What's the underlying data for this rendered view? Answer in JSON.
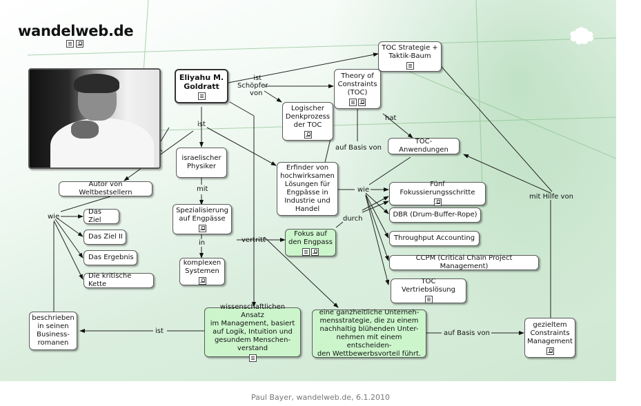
{
  "site_title": "wandelweb.de",
  "footer": "Paul Bayer, wandelweb.de, 6.1.2010",
  "nodes": {
    "goldratt": [
      "Eliyahu M.",
      "Goldratt"
    ],
    "toc_strategie": [
      "TOC Strategie +",
      "Taktik-Baum"
    ],
    "theory_toc": [
      "Theory of",
      "Constraints",
      "(TOC)"
    ],
    "logischer": [
      "Logischer",
      "Denkprozess",
      "der TOC"
    ],
    "toc_anwendungen": [
      "TOC-Anwendungen"
    ],
    "israelischer": [
      "israelischer",
      "Physiker"
    ],
    "erfinder": [
      "Erfinder von",
      "hochwirksamen",
      "Lösungen für",
      "Engpässe in",
      "Industrie und",
      "Handel"
    ],
    "autor": [
      "Autor von Weltbestsellern"
    ],
    "fuenf": [
      "Fünf Fokussierungsschritte"
    ],
    "dbr": [
      "DBR (Drum-Buffer-Rope)"
    ],
    "throughput": [
      "Throughput Accounting"
    ],
    "ccpm": [
      "CCPM (Critical Chain Project Management)"
    ],
    "vertrieb": [
      "TOC Vertriebslösung"
    ],
    "spezialisierung": [
      "Spezialisierung",
      "auf Engpässe"
    ],
    "komplexen": [
      "komplexen",
      "Systemen"
    ],
    "fokus": [
      "Fokus auf",
      "den Engpass"
    ],
    "das_ziel": [
      "Das Ziel"
    ],
    "das_ziel_2": [
      "Das Ziel II"
    ],
    "das_ergebnis": [
      "Das Ergebnis"
    ],
    "kritische": [
      "Die kritische Kette"
    ],
    "beschrieben": [
      "beschrieben",
      "in seinen",
      "Business-",
      "romanen"
    ],
    "wissenschaftlich": [
      "wissenschaftlichen Ansatz",
      "im Management, basiert",
      "auf Logik, Intuition und",
      "gesundem Menschen-",
      "verstand"
    ],
    "ganzheitlich": [
      "eine ganzheitliche Unterneh-",
      "mensstrategie, die zu einem",
      "nachhaltig blühenden Unter-",
      "nehmen mit einem entscheiden-",
      "den Wettbewerbsvorteil führt."
    ],
    "gezieltem": [
      "gezieltem",
      "Constraints",
      "Management"
    ]
  },
  "links": {
    "ist_schoepfer": [
      "ist",
      "Schöpfer",
      "von"
    ],
    "ist_1": "ist",
    "hat": "hat",
    "auf_basis_1": "auf Basis von",
    "mit_hilfe": "mit Hilfe von",
    "mit": "mit",
    "wie_1": "wie",
    "wie_2": "wie",
    "durch": "durch",
    "in": "in",
    "vertritt": "vertritt",
    "ist_2": "ist",
    "auf_basis_2": "auf Basis von"
  }
}
